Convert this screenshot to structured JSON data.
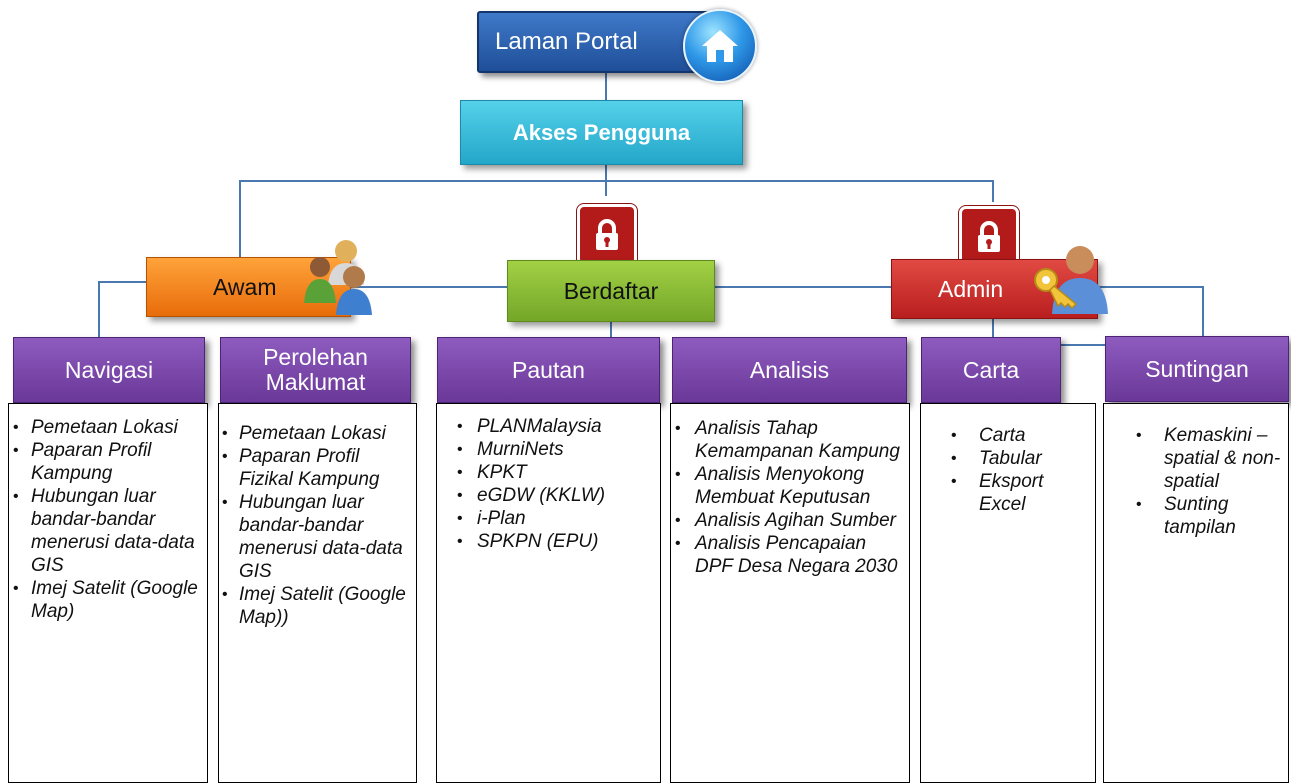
{
  "portal": {
    "label": "Laman Portal"
  },
  "access": {
    "label": "Akses Pengguna"
  },
  "roles": {
    "public": "Awam",
    "registered": "Berdaftar",
    "admin": "Admin"
  },
  "modules": [
    {
      "title": "Navigasi",
      "items": [
        "Pemetaan Lokasi",
        "Paparan Profil Kampung",
        "Hubungan luar bandar-bandar menerusi data-data GIS",
        "Imej Satelit (Google Map)"
      ]
    },
    {
      "title": "Perolehan Maklumat",
      "items": [
        "Pemetaan Lokasi",
        "Paparan Profil Fizikal Kampung",
        "Hubungan luar bandar-bandar menerusi data-data GIS",
        "Imej Satelit (Google Map))"
      ]
    },
    {
      "title": "Pautan",
      "items": [
        "PLANMalaysia",
        "MurniNets",
        "KPKT",
        "eGDW (KKLW)",
        "i-Plan",
        "SPKPN (EPU)"
      ]
    },
    {
      "title": "Analisis",
      "items": [
        "Analisis Tahap Kemampanan Kampung",
        "Analisis Menyokong Membuat Keputusan",
        "Analisis Agihan Sumber",
        "Analisis Pencapaian DPF Desa Negara 2030"
      ]
    },
    {
      "title": "Carta",
      "items": [
        "Carta",
        "Tabular",
        "Eksport Excel"
      ]
    },
    {
      "title": "Suntingan",
      "items": [
        "Kemaskini – spatial & non-spatial",
        "Sunting tampilan"
      ]
    }
  ],
  "icons": {
    "home": "home-icon",
    "lock": "padlock-icon",
    "users": "user-group-icon",
    "admin": "admin-key-icon"
  },
  "colors": {
    "portal": "#2f66b3",
    "access": "#3cc0de",
    "public": "#f58b1f",
    "registered": "#8cc13b",
    "admin": "#cc2f2f",
    "module": "#7b47ad",
    "connector": "#4a78b0"
  }
}
